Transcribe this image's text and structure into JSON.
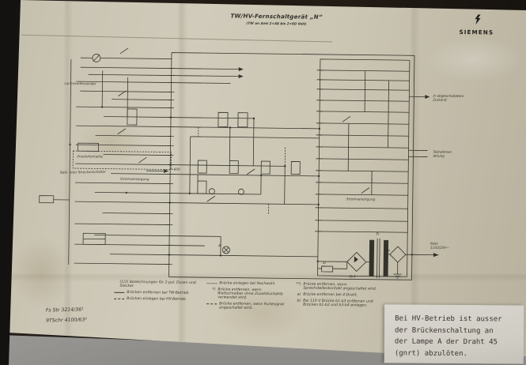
{
  "document": {
    "title": "TW/HV-Fernschaltgerät „N“",
    "subtitle": "(TW an Amt 2×48 bis 2×60 Volt)",
    "brand": "SIEMENS",
    "part_numbers": {
      "line1": "Fs Str 3214/36¹",
      "line2": "9TSchr 4100/63²"
    }
  },
  "schematic": {
    "labels": {
      "lochstreifensender": "Lochstreifensender",
      "zusatzkontakte": "Zusatzkontakte",
      "batt_oder_streckenschalter": "Batt- oder Streckenschalter",
      "stromversorgung_left": "Stromversorgung",
      "stromversorgung_right": "Stromversorgung",
      "abgeschaltet_line1": "in abgeschaltetem",
      "abgeschaltet_line2": "Zustand",
      "teilnehmer_line1": "Teilnehmer-",
      "teilnehmer_line2": "leitung",
      "netz_line1": "Netz",
      "netz_line2": "110/220V~",
      "plus_60v": "+60V",
      "tr": "Tr",
      "gr1": "Gr1",
      "si": "Si",
      "lamp_a": "A"
    },
    "legend": {
      "col1": [
        {
          "marker": "",
          "text": "(1/2) Bezeichnungen für 2-pol. Dosen und Stecker."
        },
        {
          "marker": "solid",
          "text": "Brücken entfernen bei TW-Betrieb"
        },
        {
          "marker": "dashed",
          "text": "Brücken einlegen bei HV-Betrieb"
        }
      ],
      "col2": [
        {
          "marker": "dotted",
          "text": "Brücke einlegen bei Nachwahl."
        },
        {
          "marker": "*)",
          "text": "Brücke entfernen, wenn Blattschreiber ohne Zusatzkontakte verwendet wird."
        },
        {
          "marker": "dashdot",
          "text": "Brücke entfernen, wenn Ruhesignal angeschaltet wird."
        }
      ],
      "col3": [
        {
          "marker": "**)",
          "text": "Brücke entfernen, wenn Sprechstellenkontakt angeschaltet wird."
        },
        {
          "marker": "a)",
          "text": "Brücke entfernen bei 4-Draht."
        },
        {
          "marker": "b)",
          "text": "Bei 110 V Brücke b1-b3 entfernen und Brücken b1-b2 und b3-b4 einlegen."
        }
      ]
    }
  },
  "note": {
    "lines": [
      "Bei HV-Betrieb ist ausser",
      "der Brückenschaltung an",
      "der Lampe A der Draht 45",
      "(gnrt) abzulöten."
    ]
  },
  "colors": {
    "paper": "#cbc5b3",
    "ink": "#34332b",
    "note_bg": "#d6d3cb",
    "frame_dark": "#18130f",
    "mat_gray": "#b0afab"
  }
}
